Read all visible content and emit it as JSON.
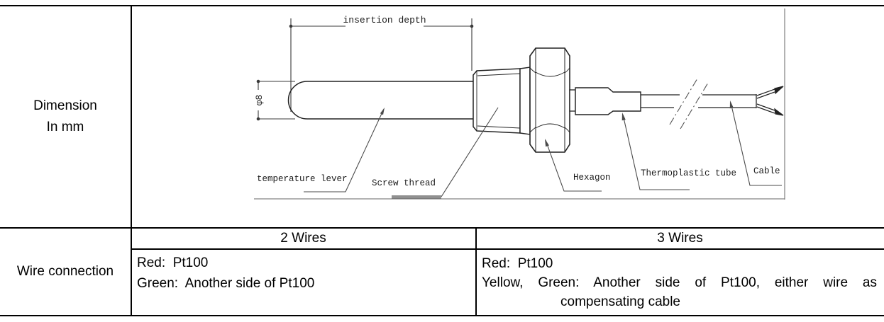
{
  "table": {
    "dimension": {
      "label_line1": "Dimension",
      "label_line2": "In mm"
    },
    "wire_connection": {
      "label": "Wire connection",
      "two_wires": {
        "header": "2 Wires",
        "line1": "Red:  Pt100",
        "line2": "Green:  Another side of Pt100"
      },
      "three_wires": {
        "header": "3 Wires",
        "line1": "Red:  Pt100",
        "line2": "Yellow, Green: Another side of Pt100, either wire as",
        "line3": "compensating cable"
      }
    }
  },
  "diagram": {
    "labels": {
      "insertion_depth": "insertion depth",
      "diameter": "φ8",
      "temperature_lever": "temperature lever",
      "screw_thread": "Screw thread",
      "hexagon": "Hexagon",
      "thermoplastic_tube": "Thermoplastic tube",
      "cable": "Cable"
    },
    "colors": {
      "drawing_line": "#222222",
      "dimension_line": "#3a3a3a",
      "leader_line": "#4a4a4a",
      "frame_line": "#666666",
      "thread_highlight": "#909090"
    }
  }
}
